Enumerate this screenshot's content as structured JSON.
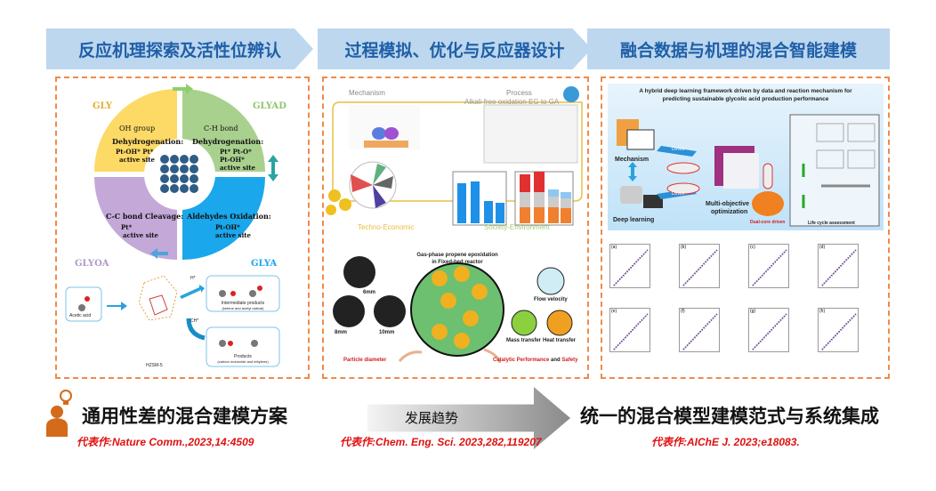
{
  "banners": [
    "反应机理探索及活性位辨认",
    "过程模拟、优化与反应器设计",
    "融合数据与机理的混合智能建模"
  ],
  "panel1": {
    "species": {
      "gly": "GLY",
      "glyad": "GLYAD",
      "glyoa": "GLYOA",
      "glya": "GLYA"
    },
    "quadrants": {
      "q1": {
        "title": "OH group",
        "subtitle": "Dehydrogenation:",
        "site": "Pt-OH* Pt*",
        "site2": "active site"
      },
      "q2": {
        "title": "C-H bond",
        "subtitle": "Dehydrogenation:",
        "site": "Pt* Pt-O*",
        "site2": "Pt-OH*",
        "site3": "active site"
      },
      "q3": {
        "subtitle": "C-C bond Cleavage:",
        "site": "Pt*",
        "site2": "active site"
      },
      "q4": {
        "subtitle": "Aldehydes Oxidation:",
        "site": "Pt-OH*",
        "site2": "active site"
      }
    },
    "reaction": {
      "reactant": "Acetic acid",
      "catalyst": "HZSM-5",
      "h_label": "H*",
      "ch_label": "CH*",
      "intermediate": "Intermediate products",
      "intermediate_sub": "(ketene and acetyl radical)",
      "products": "Products",
      "products_sub": "(carbon monoxide and ethylene)"
    }
  },
  "panel2": {
    "mechanism": "Mechanism",
    "process": "Process",
    "process_title": "Alkali-free oxidation EG to GA",
    "techno": "Techno-Economic",
    "society": "Society-Environment",
    "reactor_title": "Gas-phase propene epoxidation",
    "reactor_sub": "in Fixed-bed reactor",
    "d6": "6mm",
    "d8": "8mm",
    "d10": "10mm",
    "flow": "Flow velocity",
    "mass": "Mass transfer",
    "heat": "Heat transfer",
    "particle": "Particle diameter",
    "catalytic": "Catalytic Performance",
    "and": "and",
    "safety": "Safety"
  },
  "panel3": {
    "title1": "A hybrid deep learning framework driven by data and reaction mechanism for",
    "title2": "predicting sustainable glycolic acid production performance",
    "mechanism": "Mechanism",
    "deep": "Deep learning",
    "driven": "Driven",
    "moo1": "Multi-objective",
    "moo2": "optimization",
    "dual": "Dual-core driven",
    "lca": "Life cycle assessment",
    "plot_labels": [
      "(a)",
      "(b)",
      "(c)",
      "(d)",
      "(e)",
      "(f)",
      "(g)",
      "(h)"
    ]
  },
  "bottom": {
    "left": "通用性差的混合建模方案",
    "arrow": "发展趋势",
    "right": "统一的混合模型建模范式与系统集成",
    "refs": [
      "代表作:Nature Comm.,2023,14:4509",
      "代表作:Chem. Eng. Sci. 2023,282,119207",
      "代表作:AIChE J. 2023;e18083."
    ]
  },
  "colors": {
    "banner": "#bdd7ee",
    "banner_text": "#1f5fa8",
    "dash": "#f08a4b",
    "ref": "#e01010",
    "q1": "#fdd966",
    "q2": "#a9d18e",
    "q3": "#c3a8d8",
    "q4": "#1aa7ec"
  }
}
